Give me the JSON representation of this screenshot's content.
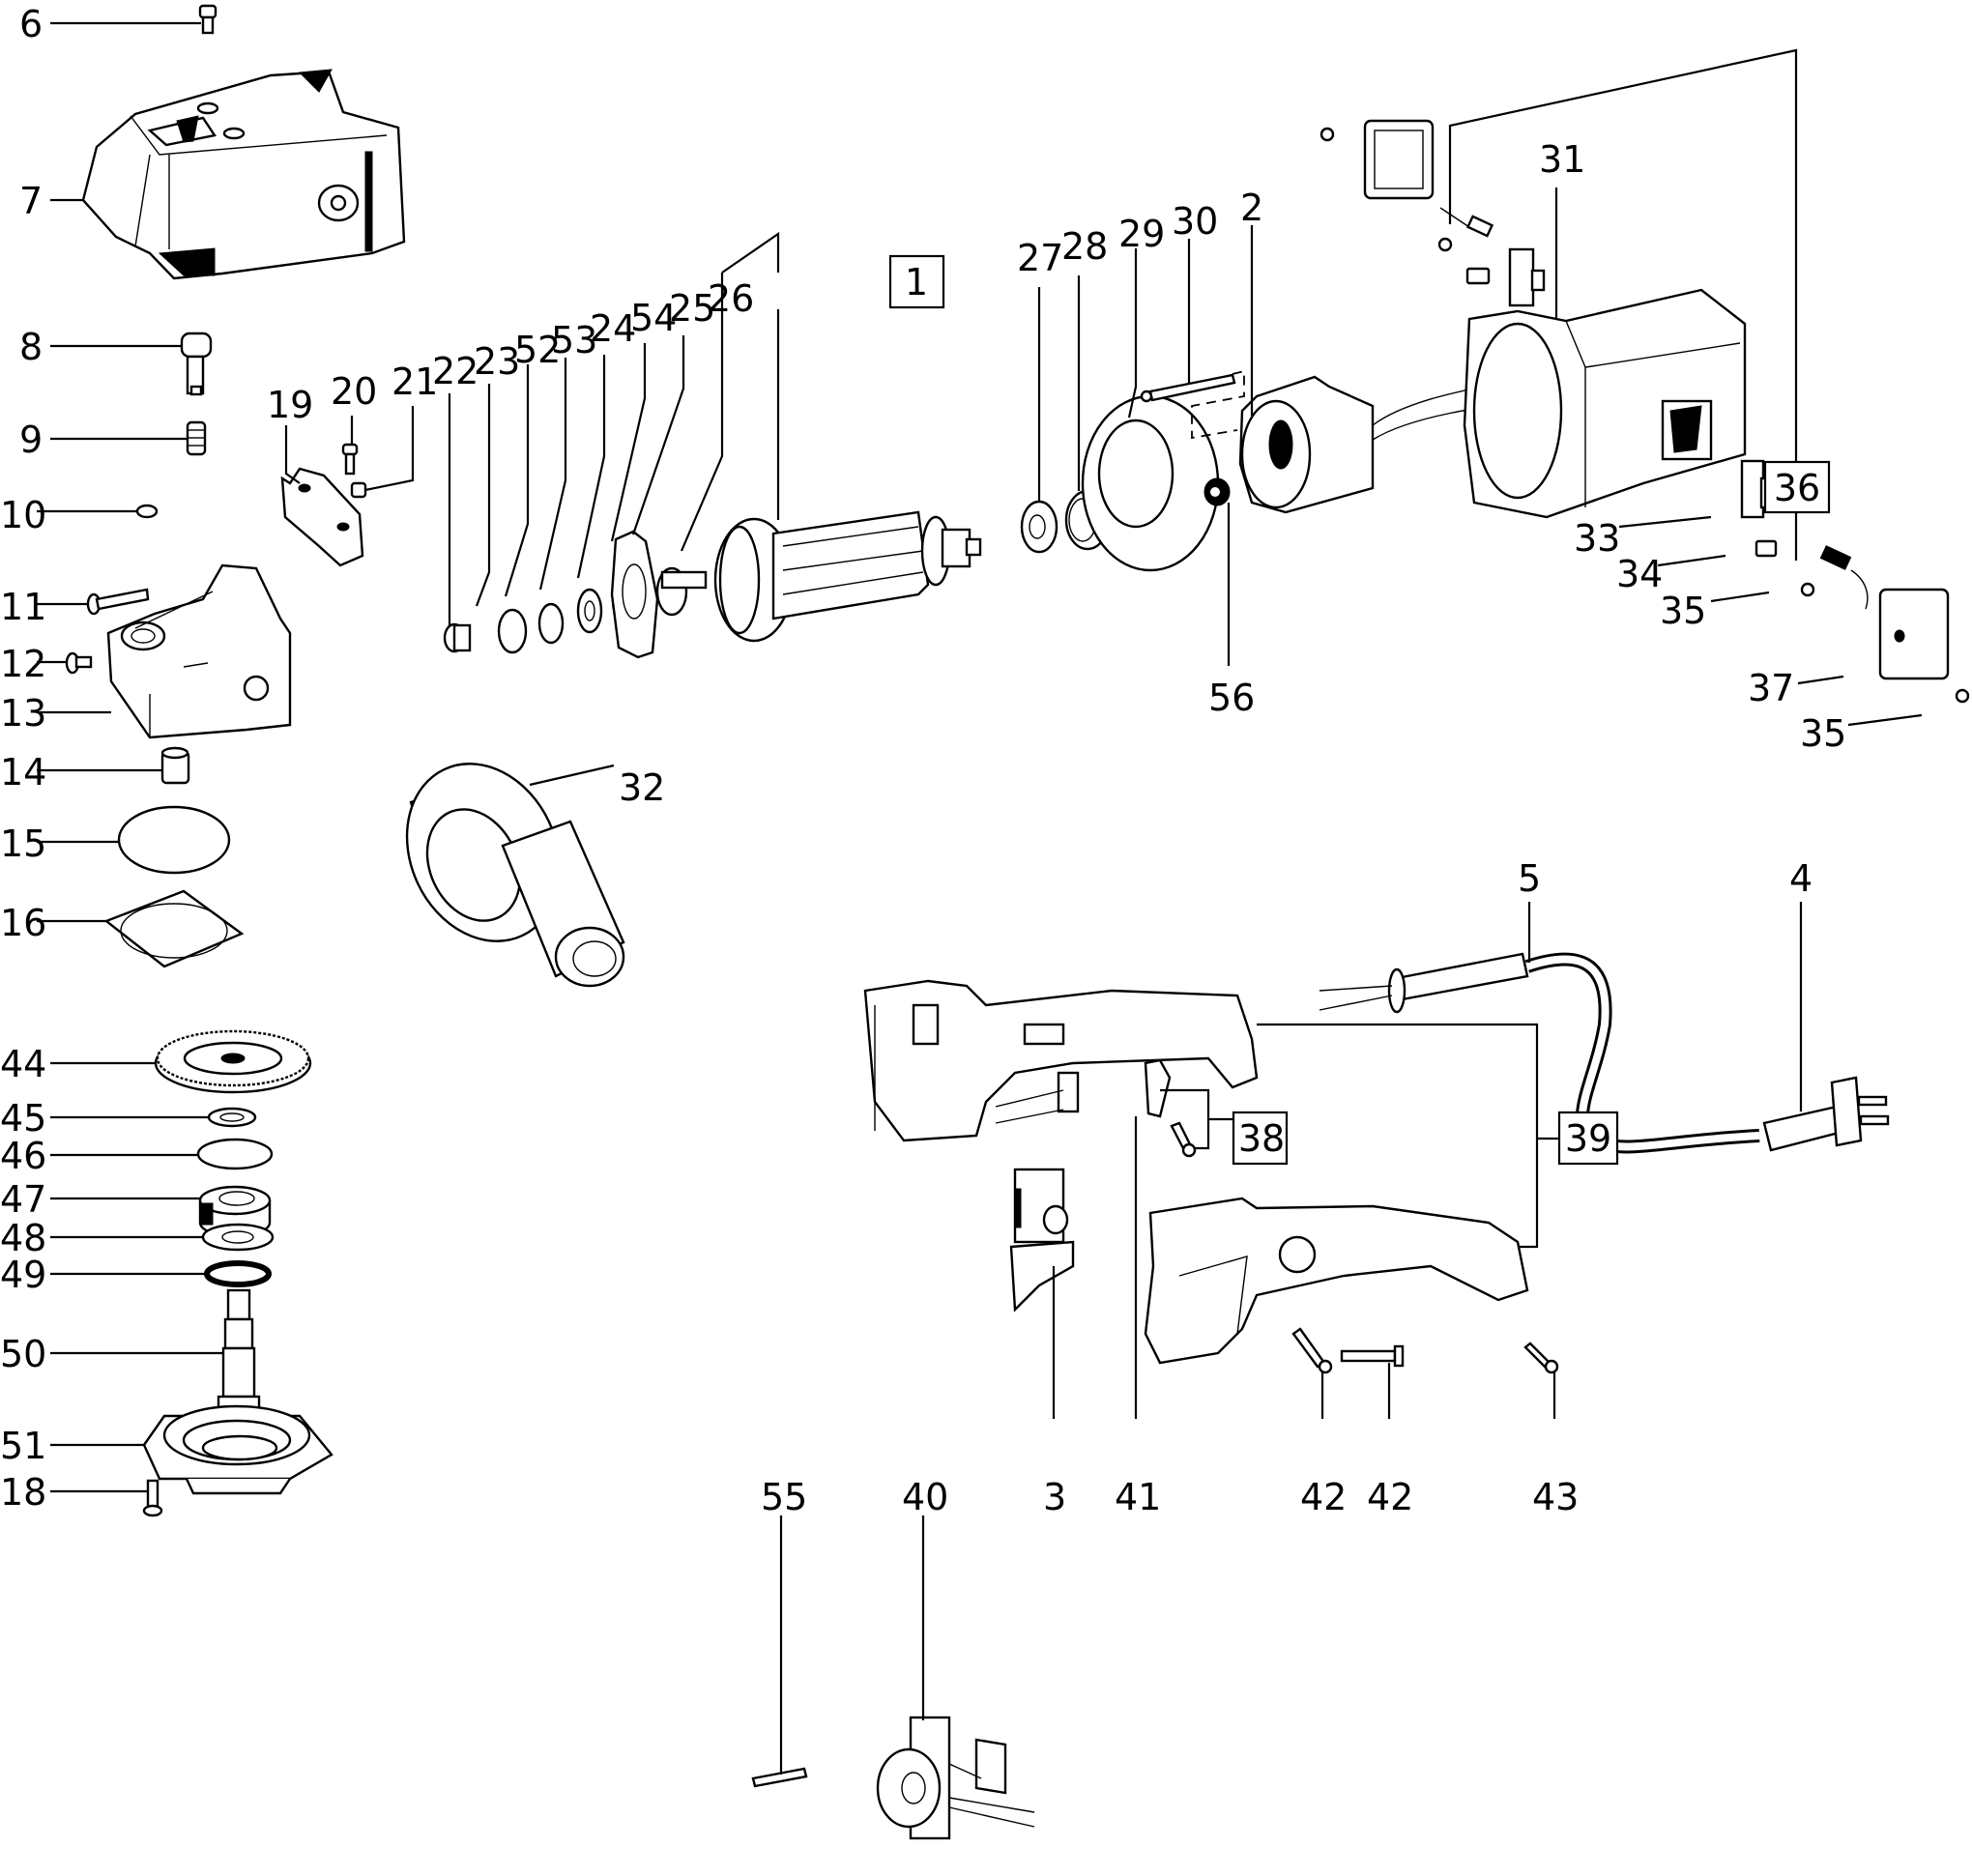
{
  "diagram": {
    "type": "exploded-parts-view",
    "subject": "angle polisher / grinder",
    "colors": {
      "ink": "#000000",
      "background": "#ffffff"
    },
    "callouts": [
      {
        "id": "6"
      },
      {
        "id": "7"
      },
      {
        "id": "8"
      },
      {
        "id": "9"
      },
      {
        "id": "10"
      },
      {
        "id": "11"
      },
      {
        "id": "12"
      },
      {
        "id": "13"
      },
      {
        "id": "14"
      },
      {
        "id": "15"
      },
      {
        "id": "16"
      },
      {
        "id": "44"
      },
      {
        "id": "45"
      },
      {
        "id": "46"
      },
      {
        "id": "47"
      },
      {
        "id": "48"
      },
      {
        "id": "49"
      },
      {
        "id": "50"
      },
      {
        "id": "51"
      },
      {
        "id": "18"
      },
      {
        "id": "19"
      },
      {
        "id": "20"
      },
      {
        "id": "21"
      },
      {
        "id": "22"
      },
      {
        "id": "23"
      },
      {
        "id": "52"
      },
      {
        "id": "53"
      },
      {
        "id": "24"
      },
      {
        "id": "54"
      },
      {
        "id": "25"
      },
      {
        "id": "26"
      },
      {
        "id": "27"
      },
      {
        "id": "28"
      },
      {
        "id": "29"
      },
      {
        "id": "30"
      },
      {
        "id": "2"
      },
      {
        "id": "56"
      },
      {
        "id": "31"
      },
      {
        "id": "33"
      },
      {
        "id": "34"
      },
      {
        "id": "35"
      },
      {
        "id": "37"
      },
      {
        "id": "35"
      },
      {
        "id": "32"
      },
      {
        "id": "5"
      },
      {
        "id": "4"
      },
      {
        "id": "3"
      },
      {
        "id": "41"
      },
      {
        "id": "42"
      },
      {
        "id": "42"
      },
      {
        "id": "43"
      },
      {
        "id": "55"
      },
      {
        "id": "40"
      }
    ],
    "boxed_callouts": [
      {
        "id": "1",
        "note": "armature assembly"
      },
      {
        "id": "36",
        "note": "brush holder set"
      },
      {
        "id": "38",
        "note": "cable clamp set"
      },
      {
        "id": "39",
        "note": "handle housing set"
      }
    ]
  }
}
